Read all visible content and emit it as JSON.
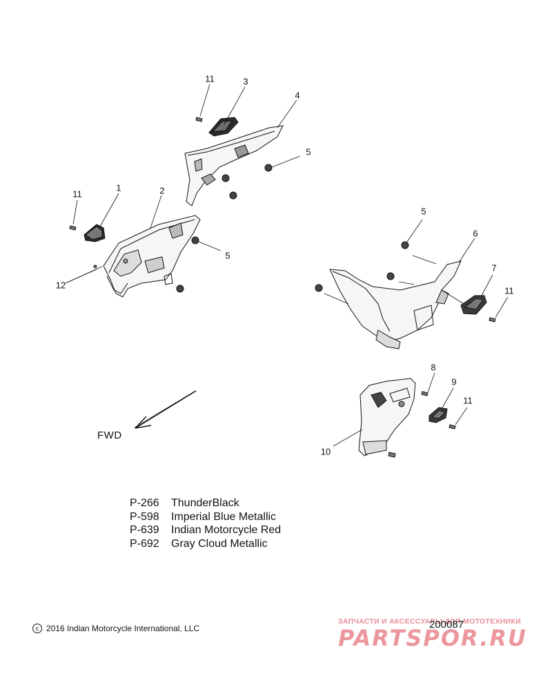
{
  "callouts": [
    "1",
    "2",
    "3",
    "4",
    "5",
    "5",
    "5",
    "6",
    "7",
    "8",
    "9",
    "10",
    "11",
    "11",
    "11",
    "11",
    "12"
  ],
  "direction_label": "FWD",
  "color_options": [
    {
      "code": "P-266",
      "name": "ThunderBlack"
    },
    {
      "code": "P-598",
      "name": "Imperial Blue Metallic"
    },
    {
      "code": "P-639",
      "name": "Indian Motorcycle Red"
    },
    {
      "code": "P-692",
      "name": "Gray Cloud Metallic"
    }
  ],
  "copyright": {
    "symbol": "c",
    "text": "2016 Indian Motorcycle International, LLC"
  },
  "diagram_number": "200087",
  "watermark": {
    "tagline": "ЗАПЧАСТИ И АКСЕССУАРЫ ДЛЯ МОТОТЕХНИКИ",
    "logo": "PARTSPOR.RU"
  },
  "colors": {
    "line": "#111111",
    "part_fill": "#f4f4f4",
    "part_shade": "#8a8a8a",
    "watermark": "#e9858e"
  }
}
